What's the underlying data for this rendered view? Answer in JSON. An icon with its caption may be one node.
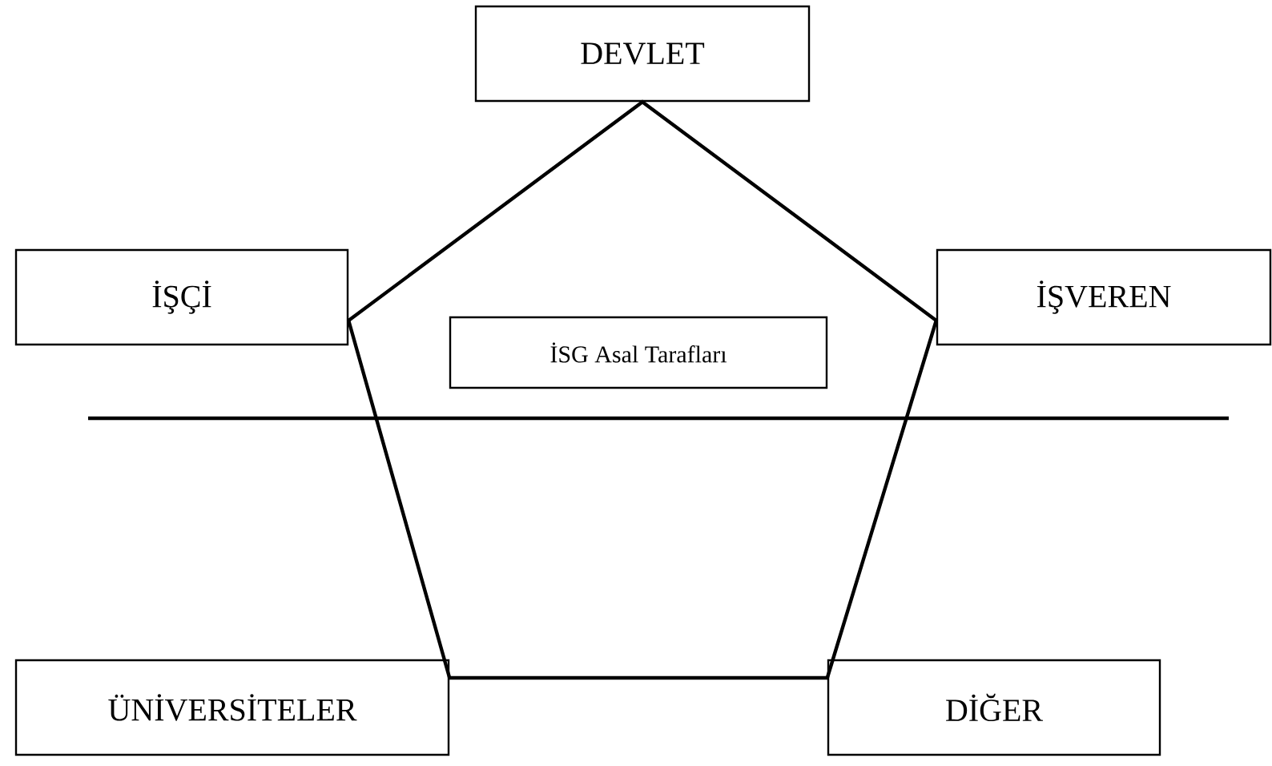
{
  "diagram": {
    "nodes": [
      {
        "text": [
          "DEVLET"
        ]
      },
      {
        "text": [
          "İŞÇİ"
        ]
      },
      {
        "text": [
          "İŞVEREN"
        ]
      },
      {
        "text": [
          "İSG Asal Tarafları"
        ]
      },
      {
        "text": [
          "ÜNİVERSİTELER"
        ]
      },
      {
        "text": [
          "DİĞER"
        ]
      }
    ],
    "edges": [
      {
        "from": 0,
        "to": 1,
        "arrow": "none"
      },
      {
        "from": 0,
        "to": 2,
        "arrow": "none"
      },
      {
        "from": 1,
        "to": 4,
        "arrow": "none"
      },
      {
        "from": 2,
        "to": 5,
        "arrow": "none"
      },
      {
        "from": 4,
        "to": 5,
        "arrow": "none"
      }
    ]
  }
}
